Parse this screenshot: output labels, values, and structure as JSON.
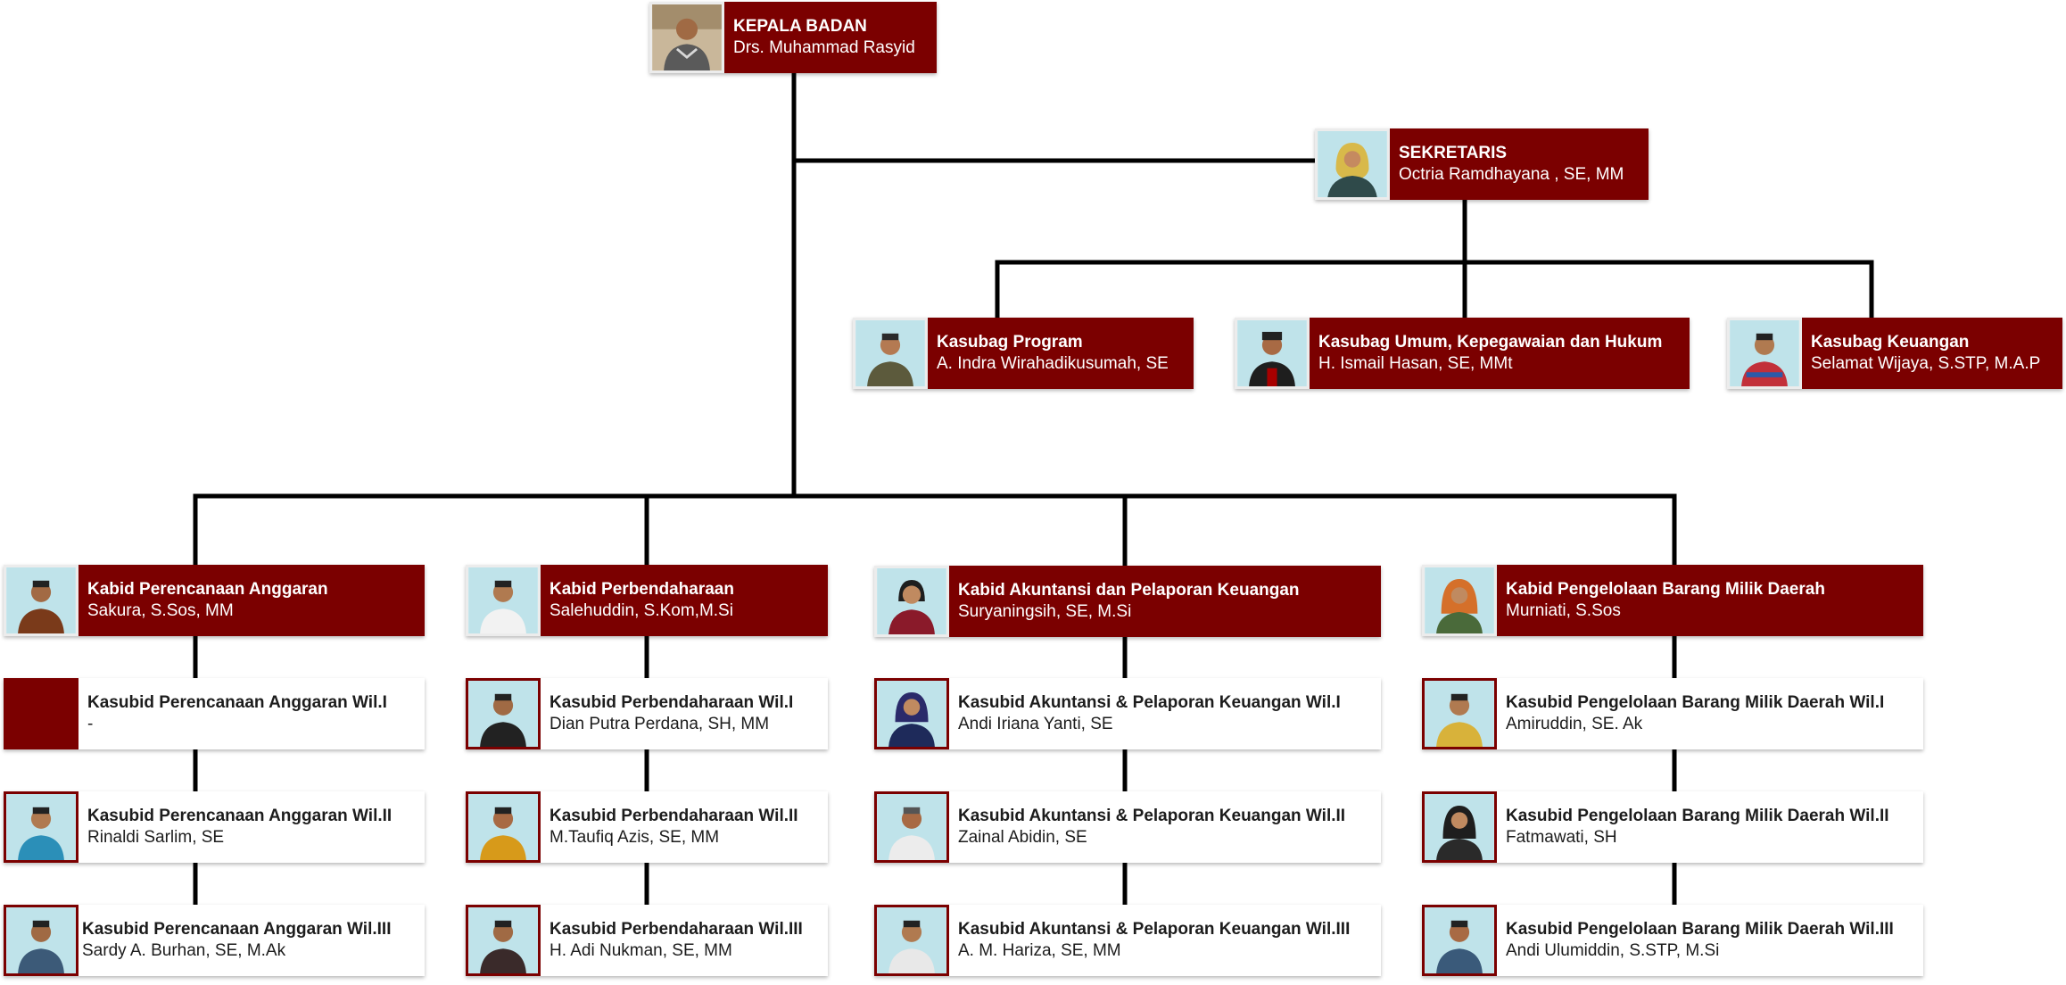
{
  "colors": {
    "accent": "#7b0000",
    "line": "#000000",
    "card_light": "#ffffff"
  },
  "head": {
    "title": "KEPALA BADAN",
    "name": "Drs. Muhammad Rasyid"
  },
  "secretary": {
    "title": "SEKRETARIS",
    "name": "Octria Ramdhayana , SE, MM"
  },
  "kasubag": [
    {
      "title": "Kasubag Program",
      "name": "A. Indra Wirahadikusumah, SE"
    },
    {
      "title": "Kasubag Umum, Kepegawaian dan Hukum",
      "name": "H. Ismail Hasan, SE, MMt"
    },
    {
      "title": "Kasubag Keuangan",
      "name": "Selamat Wijaya, S.STP, M.A.P"
    }
  ],
  "bidang": [
    {
      "kabid": {
        "title": "Kabid Perencanaan Anggaran",
        "name": "Sakura, S.Sos, MM"
      },
      "kasubid": [
        {
          "title": "Kasubid Perencanaan Anggaran Wil.I",
          "name": "-"
        },
        {
          "title": "Kasubid Perencanaan Anggaran Wil.II",
          "name": "Rinaldi Sarlim, SE"
        },
        {
          "title": "Kasubid Perencanaan Anggaran Wil.III",
          "name": "Sardy A. Burhan, SE, M.Ak"
        }
      ]
    },
    {
      "kabid": {
        "title": "Kabid Perbendaharaan",
        "name": "Salehuddin, S.Kom,M.Si"
      },
      "kasubid": [
        {
          "title": "Kasubid Perbendaharaan Wil.I",
          "name": "Dian Putra Perdana, SH, MM"
        },
        {
          "title": "Kasubid Perbendaharaan Wil.II",
          "name": "M.Taufiq Azis, SE, MM"
        },
        {
          "title": "Kasubid Perbendaharaan Wil.III",
          "name": "H. Adi Nukman, SE, MM"
        }
      ]
    },
    {
      "kabid": {
        "title": "Kabid Akuntansi dan Pelaporan Keuangan",
        "name": "Suryaningsih, SE, M.Si"
      },
      "kasubid": [
        {
          "title": "Kasubid Akuntansi & Pelaporan Keuangan Wil.I",
          "name": "Andi Iriana Yanti, SE"
        },
        {
          "title": "Kasubid Akuntansi & Pelaporan Keuangan Wil.II",
          "name": "Zainal Abidin, SE"
        },
        {
          "title": "Kasubid Akuntansi & Pelaporan Keuangan Wil.III",
          "name": "A. M. Hariza, SE, MM"
        }
      ]
    },
    {
      "kabid": {
        "title": "Kabid Pengelolaan Barang Milik Daerah",
        "name": "Murniati, S.Sos"
      },
      "kasubid": [
        {
          "title": "Kasubid Pengelolaan Barang Milik Daerah Wil.I",
          "name": "Amiruddin, SE. Ak"
        },
        {
          "title": "Kasubid Pengelolaan Barang Milik Daerah Wil.II",
          "name": "Fatmawati, SH"
        },
        {
          "title": "Kasubid Pengelolaan Barang Milik Daerah Wil.III",
          "name": "Andi Ulumiddin, S.STP, M.Si"
        }
      ]
    }
  ]
}
